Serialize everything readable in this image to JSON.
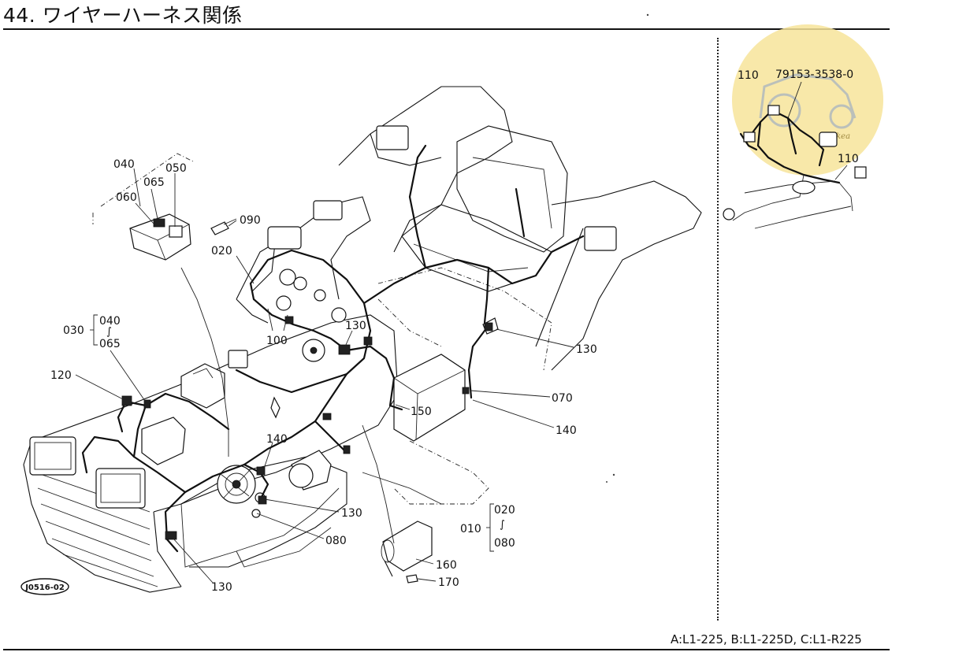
{
  "header": {
    "title": "44. ワイヤーハーネス関係"
  },
  "footer": {
    "models": "A:L1-225,  B:L1-225D,  C:L1-R225"
  },
  "inset": {
    "part_number_label": "110",
    "part_number": "79153-3538-0",
    "callout": "110",
    "watermark": "mavkea"
  },
  "figure": {
    "code": "J0516-02"
  },
  "callouts": {
    "c040": "040",
    "c065": "065",
    "c050": "050",
    "c060": "060",
    "c090": "090",
    "c020": "020",
    "c100": "100",
    "c130a": "130",
    "c130b": "130",
    "c130c": "130",
    "c130d": "130",
    "c030": "030",
    "c030_top": "040",
    "c030_bot": "065",
    "c120": "120",
    "c070": "070",
    "c140a": "140",
    "c140b": "140",
    "c150": "150",
    "c080": "080",
    "c160": "160",
    "c170": "170",
    "c010": "010",
    "c010_top": "020",
    "c010_bot": "080"
  }
}
